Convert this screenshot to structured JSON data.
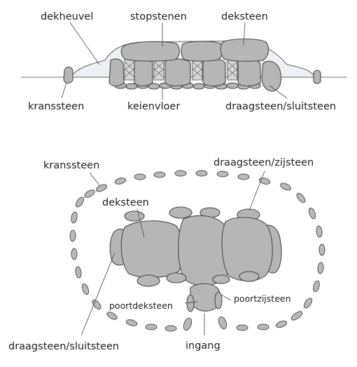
{
  "cross_section": {
    "labels": {
      "dekheuvel": "dekheuvel",
      "stopstenen": "stopstenen",
      "deksteen": "deksteen",
      "kranssteen": "kranssteen",
      "keienvloer": "keienvloer",
      "draagsteen_sluitsteen": "draagsteen/sluitsteen"
    }
  },
  "plan": {
    "labels": {
      "kranssteen": "kranssteen",
      "draagsteen_zijsteen": "draagsteen/zijsteen",
      "deksteen": "deksteen",
      "poortdeksteen": "poortdeksteen",
      "poortzijsteen": "poortzijsteen",
      "draagsteen_sluitsteen": "draagsteen/sluitsteen",
      "ingang": "ingang"
    }
  },
  "colors": {
    "stone_fill": "#b6b6b6",
    "mound_fill": "#eef0f5",
    "outline": "#4a4a4a"
  }
}
